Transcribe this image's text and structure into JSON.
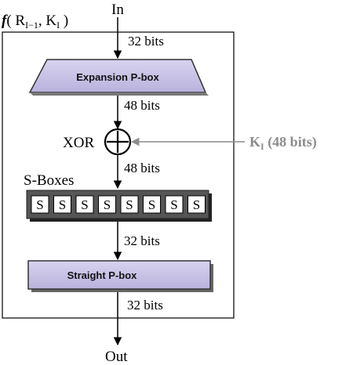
{
  "function_label": {
    "f": "f",
    "open": "( R",
    "r_sub": "I−1",
    "comma_k": ", K",
    "k_sub": "I",
    "close": " )"
  },
  "input_label": "In",
  "output_label": "Out",
  "edges": {
    "in_bits": "32 bits",
    "after_expansion_bits": "48 bits",
    "after_xor_bits": "48 bits",
    "after_sboxes_bits": "32 bits",
    "out_bits": "32 bits"
  },
  "expansion_box": {
    "label": "Expansion P-box"
  },
  "xor": {
    "label": "XOR",
    "symbol": "+"
  },
  "key_input": {
    "k": "K",
    "sub": "I",
    "suffix": " (48 bits)"
  },
  "sboxes": {
    "label": "S-Boxes",
    "items": [
      "S",
      "S",
      "S",
      "S",
      "S",
      "S",
      "S",
      "S"
    ]
  },
  "straight_box": {
    "label": "Straight P-box"
  },
  "colors": {
    "box_fill": "#c9c3e6",
    "sbox_band": "#555555",
    "key_gray": "#8c8c8c",
    "line": "#000000"
  }
}
